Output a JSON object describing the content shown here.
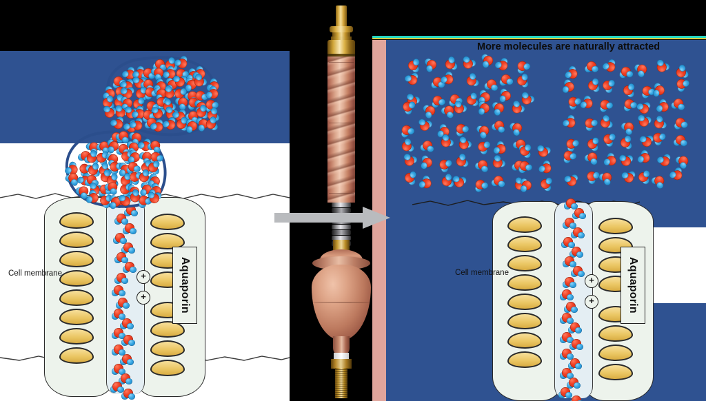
{
  "figure": {
    "type": "scientific-diagram",
    "subject": "Water molecule clusters passing through aquaporin cell membrane channels before and after copper water-treatment device"
  },
  "left_panel": {
    "background_color": "#2F5291",
    "foreground_color": "#FFFFFF",
    "description": "Untreated water: large bonded water clusters too big to enter aquaporin channel",
    "cell_membrane_label": "Cell membrane",
    "aquaporin_label": "Aquaporin",
    "clusters": [
      {
        "name": "upper-large-cluster",
        "molecule_count": 64,
        "outlined": true
      },
      {
        "name": "lower-large-cluster",
        "molecule_count": 58,
        "outlined": true
      }
    ]
  },
  "right_panel": {
    "background_color": "#2F5291",
    "accent_band_color": "#E0A59C",
    "title": "More molecules are naturally attracted",
    "description": "Treated water: clusters broken into small groups and single molecules that pass freely",
    "cell_membrane_label": "Cell membrane",
    "aquaporin_label": "Aquaporin",
    "clusters": [
      {
        "name": "small-cluster-a",
        "molecule_count": 9,
        "outlined": false
      },
      {
        "name": "small-cluster-b",
        "molecule_count": 8,
        "outlined": false
      },
      {
        "name": "small-cluster-c",
        "molecule_count": 10,
        "outlined": false
      },
      {
        "name": "dispersed-molecules",
        "molecule_count": 46,
        "outlined": false
      }
    ]
  },
  "device": {
    "name": "copper-water-treatment-device",
    "materials": [
      "copper",
      "brass",
      "steel"
    ],
    "parts": [
      "brass-inlet-nipple",
      "brass-collar",
      "spiral-copper-tube",
      "steel-band-stack",
      "copper-bulb-chamber",
      "brass-outlet-stem"
    ],
    "copper_color": "#C07B64",
    "brass_color": "#D9AD42"
  },
  "arrow": {
    "name": "transformation-arrow",
    "direction": "right",
    "color": "#B9BBBE"
  },
  "molecule_legend": {
    "oxygen_color": "#EF3E22",
    "hydrogen_color": "#35A6E3",
    "cluster_outline_color": "#2B4E8C",
    "protein_helix_color": "#EBC765",
    "protein_body_color": "#EDF3EC"
  },
  "charge_symbols": {
    "glyph": "+",
    "count_per_channel": 2
  }
}
